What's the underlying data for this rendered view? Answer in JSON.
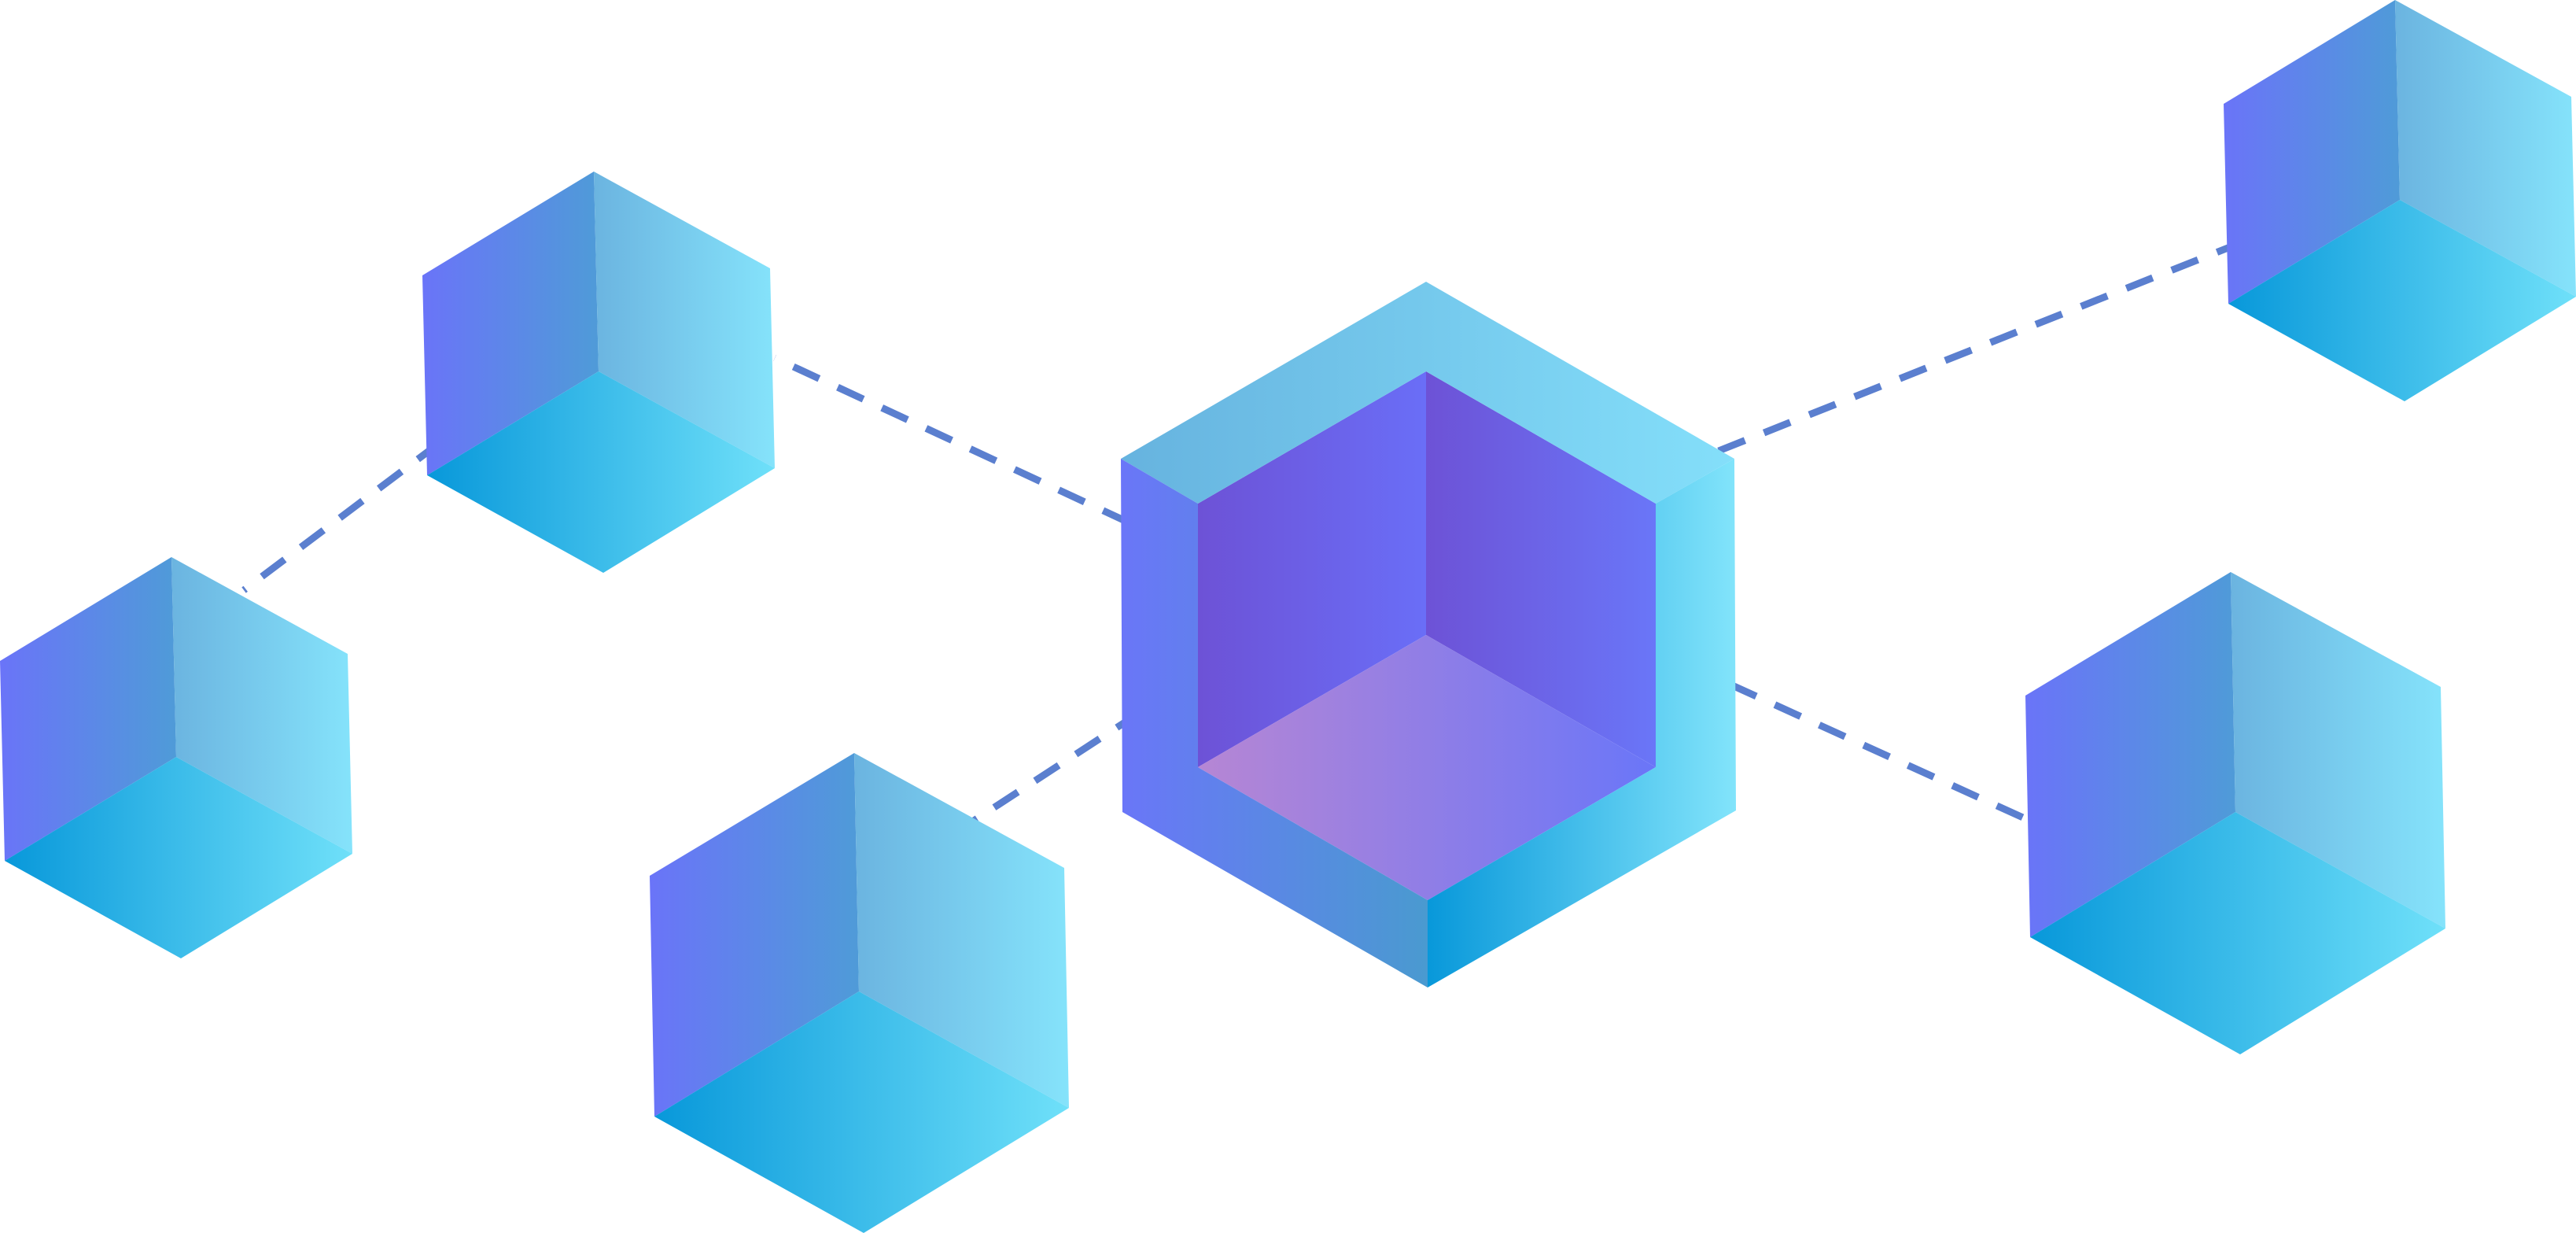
{
  "diagram": {
    "type": "network",
    "hub": {
      "id": "hub",
      "shape": "hollow-cube"
    },
    "nodes": [
      {
        "id": "node-top-left",
        "shape": "cube"
      },
      {
        "id": "node-far-left",
        "shape": "cube"
      },
      {
        "id": "node-bottom-left",
        "shape": "cube"
      },
      {
        "id": "node-top-right",
        "shape": "cube"
      },
      {
        "id": "node-bottom-right",
        "shape": "cube"
      }
    ],
    "links": [
      {
        "from": "hub",
        "to": "node-top-left",
        "style": "dashed"
      },
      {
        "from": "node-top-left",
        "to": "node-far-left",
        "style": "dashed"
      },
      {
        "from": "hub",
        "to": "node-bottom-left",
        "style": "dashed"
      },
      {
        "from": "hub",
        "to": "node-top-right",
        "style": "dashed"
      },
      {
        "from": "hub",
        "to": "node-bottom-right",
        "style": "dashed"
      }
    ]
  },
  "colors": {
    "link": "#5b7fcf",
    "violet": "#6a74f8",
    "deep_violet": "#6d52d6",
    "sky": "#6bb8e2",
    "cyan": "#82e4fb",
    "blue": "#0898da",
    "pink": "#b686d4",
    "steel": "#4a9ad0"
  }
}
